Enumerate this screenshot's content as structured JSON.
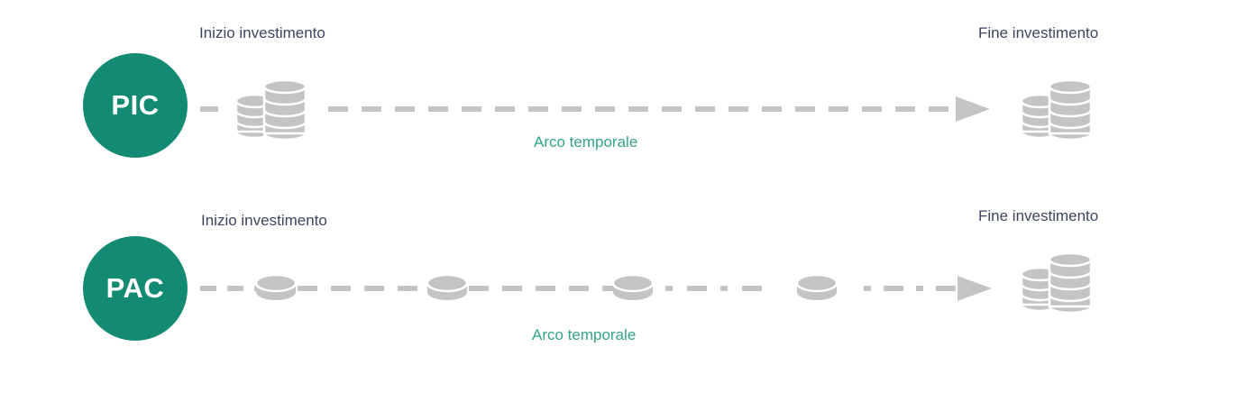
{
  "rows": [
    {
      "id": "pic",
      "badge": "PIC",
      "start_label": "Inizio investimento",
      "end_label": "Fine investimento",
      "span_label": "Arco temporale",
      "contributions": "single-lump-sum"
    },
    {
      "id": "pac",
      "badge": "PAC",
      "start_label": "Inizio investimento",
      "end_label": "Fine investimento",
      "span_label": "Arco temporale",
      "contributions": "periodic-installments"
    }
  ],
  "colors": {
    "badge": "#138a72",
    "span_label": "#33a48a",
    "label": "#3d4560",
    "coin": "#c4c4c4",
    "dash": "#c4c4c4"
  },
  "icons": [
    "coin-stack-icon",
    "single-coin-icon",
    "arrow-right-icon"
  ]
}
